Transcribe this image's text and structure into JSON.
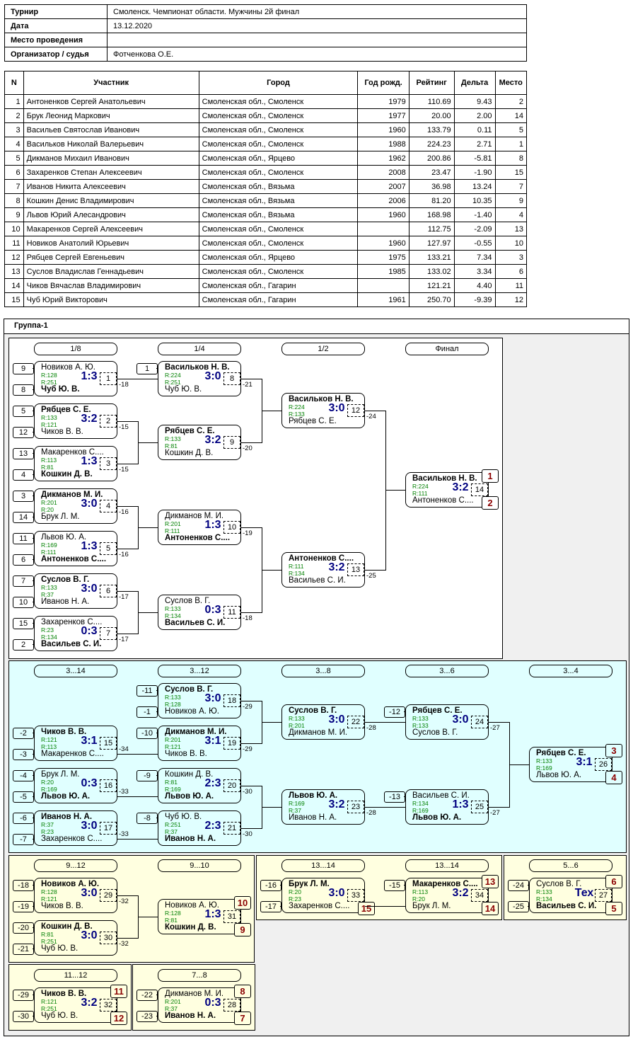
{
  "info": [
    {
      "label": "Турнир",
      "value": "Смоленск. Чемпионат области. Мужчины 2й финал"
    },
    {
      "label": "Дата",
      "value": "13.12.2020"
    },
    {
      "label": "Место проведения",
      "value": ""
    },
    {
      "label": "Организатор / судья",
      "value": "Фотченкова О.Е."
    }
  ],
  "players_table": {
    "headers": [
      "N",
      "Участник",
      "Город",
      "Год рожд.",
      "Рейтинг",
      "Дельта",
      "Место"
    ],
    "rows": [
      [
        "1",
        "Антоненков Сергей Анатольевич",
        "Смоленская обл., Смоленск",
        "1979",
        "110.69",
        "9.43",
        "2"
      ],
      [
        "2",
        "Брук Леонид Маркович",
        "Смоленская обл., Смоленск",
        "1977",
        "20.00",
        "2.00",
        "14"
      ],
      [
        "3",
        "Васильев Святослав  Иванович",
        "Смоленская обл., Смоленск",
        "1960",
        "133.79",
        "0.11",
        "5"
      ],
      [
        "4",
        "Васильков Николай Валерьевич",
        "Смоленская обл., Смоленск",
        "1988",
        "224.23",
        "2.71",
        "1"
      ],
      [
        "5",
        "Дикманов Михаил Иванович",
        "Смоленская обл., Ярцево",
        "1962",
        "200.86",
        "-5.81",
        "8"
      ],
      [
        "6",
        "Захаренков Степан Алексеевич",
        "Смоленская обл., Смоленск",
        "2008",
        "23.47",
        "-1.90",
        "15"
      ],
      [
        "7",
        "Иванов Никита Алексеевич",
        "Смоленская обл., Вязьма",
        "2007",
        "36.98",
        "13.24",
        "7"
      ],
      [
        "8",
        "Кошкин Денис Владимирович",
        "Смоленская обл., Вязьма",
        "2006",
        "81.20",
        "10.35",
        "9"
      ],
      [
        "9",
        "Львов Юрий Алесандрович",
        "Смоленская обл., Вязьма",
        "1960",
        "168.98",
        "-1.40",
        "4"
      ],
      [
        "10",
        "Макаренков Сергей Алексеевич",
        "Смоленская обл., Смоленск",
        "",
        "112.75",
        "-2.09",
        "13"
      ],
      [
        "11",
        "Новиков Анатолий Юрьевич",
        "Смоленская обл., Смоленск",
        "1960",
        "127.97",
        "-0.55",
        "10"
      ],
      [
        "12",
        "Рябцев Сергей Евгеньевич",
        "Смоленская обл., Ярцево",
        "1975",
        "133.21",
        "7.34",
        "3"
      ],
      [
        "13",
        "Суслов Владислав Геннадьевич",
        "Смоленская обл., Смоленск",
        "1985",
        "133.02",
        "3.34",
        "6"
      ],
      [
        "14",
        "Чиков Вячаслав Владимирович",
        "Смоленская обл., Гагарин",
        "",
        "121.21",
        "4.40",
        "11"
      ],
      [
        "15",
        "Чуб Юрий Викторович",
        "Смоленская обл., Гагарин",
        "1961",
        "250.70",
        "-9.39",
        "12"
      ]
    ]
  },
  "group": {
    "title": "Группа-1",
    "colors": {
      "main": "#ffffff",
      "consolation": "#e0ffff",
      "placement": "#ffffe0",
      "background": "#f0f0f0",
      "score": "#000080",
      "rating": "#008000",
      "place": "#8b0000"
    },
    "round_headers": [
      "1/8",
      "1/4",
      "1/2",
      "Финал",
      "3...14",
      "3...12",
      "3...8",
      "3...6",
      "3...4",
      "9...12",
      "9...10",
      "13...14",
      "13...14",
      "5...6",
      "11...12",
      "7...8"
    ],
    "matches": [
      {
        "no": "1",
        "p1": "Новиков А. Ю.",
        "p2": "Чуб Ю. В.",
        "r1": "R:128",
        "r2": "R:251",
        "score": "1:3",
        "winner": 2,
        "seed1": "9",
        "seed2": "8",
        "loser_to": "-18"
      },
      {
        "no": "2",
        "p1": "Рябцев С. Е.",
        "p2": "Чиков В. В.",
        "r1": "R:133",
        "r2": "R:121",
        "score": "3:2",
        "winner": 1,
        "seed1": "5",
        "seed2": "12",
        "loser_to": "-15"
      },
      {
        "no": "3",
        "p1": "Макаренков С....",
        "p2": "Кошкин Д. В.",
        "r1": "R:113",
        "r2": "R:81",
        "score": "1:3",
        "winner": 2,
        "seed1": "13",
        "seed2": "4",
        "loser_to": "-15"
      },
      {
        "no": "4",
        "p1": "Дикманов М. И.",
        "p2": "Брук Л. М.",
        "r1": "R:201",
        "r2": "R:20",
        "score": "3:0",
        "winner": 1,
        "seed1": "3",
        "seed2": "14",
        "loser_to": "-16"
      },
      {
        "no": "5",
        "p1": "Львов Ю. А.",
        "p2": "Антоненков С....",
        "r1": "R:169",
        "r2": "R:111",
        "score": "1:3",
        "winner": 2,
        "seed1": "11",
        "seed2": "6",
        "loser_to": "-16"
      },
      {
        "no": "6",
        "p1": "Суслов В. Г.",
        "p2": "Иванов Н. А.",
        "r1": "R:133",
        "r2": "R:37",
        "score": "3:0",
        "winner": 1,
        "seed1": "7",
        "seed2": "10",
        "loser_to": "-17"
      },
      {
        "no": "7",
        "p1": "Захаренков С....",
        "p2": "Васильев С. И.",
        "r1": "R:23",
        "r2": "R:134",
        "score": "0:3",
        "winner": 2,
        "seed1": "15",
        "seed2": "2",
        "loser_to": "-17"
      },
      {
        "no": "8",
        "p1": "Васильков Н. В.",
        "p2": "Чуб Ю. В.",
        "r1": "R:224",
        "r2": "R:251",
        "score": "3:0",
        "winner": 1,
        "seed1": "1",
        "loser_to": "-21"
      },
      {
        "no": "9",
        "p1": "Рябцев С. Е.",
        "p2": "Кошкин Д. В.",
        "r1": "R:133",
        "r2": "R:81",
        "score": "3:2",
        "winner": 1,
        "loser_to": "-20"
      },
      {
        "no": "10",
        "p1": "Дикманов М. И.",
        "p2": "Антоненков С....",
        "r1": "R:201",
        "r2": "R:111",
        "score": "1:3",
        "winner": 2,
        "loser_to": "-19"
      },
      {
        "no": "11",
        "p1": "Суслов В. Г.",
        "p2": "Васильев С. И.",
        "r1": "R:133",
        "r2": "R:134",
        "score": "0:3",
        "winner": 2,
        "loser_to": "-18"
      },
      {
        "no": "12",
        "p1": "Васильков Н. В.",
        "p2": "Рябцев С. Е.",
        "r1": "R:224",
        "r2": "R:133",
        "score": "3:0",
        "winner": 1,
        "loser_to": "-24"
      },
      {
        "no": "13",
        "p1": "Антоненков С....",
        "p2": "Васильев С. И.",
        "r1": "R:111",
        "r2": "R:134",
        "score": "3:2",
        "winner": 1,
        "loser_to": "-25"
      },
      {
        "no": "14",
        "p1": "Васильков Н. В.",
        "p2": "Антоненков С....",
        "r1": "R:224",
        "r2": "R:111",
        "score": "3:2",
        "winner": 1,
        "place1": "1",
        "place2": "2"
      },
      {
        "no": "15",
        "p1": "Чиков В. В.",
        "p2": "Макаренков С....",
        "r1": "R:121",
        "r2": "R:113",
        "score": "3:1",
        "winner": 1,
        "seed1": "-2",
        "seed2": "-3",
        "loser_to": "-34"
      },
      {
        "no": "16",
        "p1": "Брук Л. М.",
        "p2": "Львов Ю. А.",
        "r1": "R:20",
        "r2": "R:169",
        "score": "0:3",
        "winner": 2,
        "seed1": "-4",
        "seed2": "-5",
        "loser_to": "-33"
      },
      {
        "no": "17",
        "p1": "Иванов Н. А.",
        "p2": "Захаренков С....",
        "r1": "R:37",
        "r2": "R:23",
        "score": "3:0",
        "winner": 1,
        "seed1": "-6",
        "seed2": "-7",
        "loser_to": "-33"
      },
      {
        "no": "18",
        "p1": "Суслов В. Г.",
        "p2": "Новиков А. Ю.",
        "r1": "R:133",
        "r2": "R:128",
        "score": "3:0",
        "winner": 1,
        "seed1": "-11",
        "seed2": "-1",
        "loser_to": "-29"
      },
      {
        "no": "19",
        "p1": "Дикманов М. И.",
        "p2": "Чиков В. В.",
        "r1": "R:201",
        "r2": "R:121",
        "score": "3:1",
        "winner": 1,
        "seed1": "-10",
        "loser_to": "-29"
      },
      {
        "no": "20",
        "p1": "Кошкин Д. В.",
        "p2": "Львов Ю. А.",
        "r1": "R:81",
        "r2": "R:169",
        "score": "2:3",
        "winner": 2,
        "seed1": "-9",
        "loser_to": "-30"
      },
      {
        "no": "21",
        "p1": "Чуб Ю. В.",
        "p2": "Иванов Н. А.",
        "r1": "R:251",
        "r2": "R:37",
        "score": "2:3",
        "winner": 2,
        "seed1": "-8",
        "loser_to": "-30"
      },
      {
        "no": "22",
        "p1": "Суслов В. Г.",
        "p2": "Дикманов М. И.",
        "r1": "R:133",
        "r2": "R:201",
        "score": "3:0",
        "winner": 1,
        "loser_to": "-28"
      },
      {
        "no": "23",
        "p1": "Львов Ю. А.",
        "p2": "Иванов Н. А.",
        "r1": "R:169",
        "r2": "R:37",
        "score": "3:2",
        "winner": 1,
        "loser_to": "-28"
      },
      {
        "no": "24",
        "p1": "Рябцев С. Е.",
        "p2": "Суслов В. Г.",
        "r1": "R:133",
        "r2": "R:133",
        "score": "3:0",
        "winner": 1,
        "seed1": "-12",
        "loser_to": "-27"
      },
      {
        "no": "25",
        "p1": "Васильев С. И.",
        "p2": "Львов Ю. А.",
        "r1": "R:134",
        "r2": "R:169",
        "score": "1:3",
        "winner": 2,
        "seed1": "-13",
        "loser_to": "-27"
      },
      {
        "no": "26",
        "p1": "Рябцев С. Е.",
        "p2": "Львов Ю. А.",
        "r1": "R:133",
        "r2": "R:169",
        "score": "3:1",
        "winner": 1,
        "place1": "3",
        "place2": "4"
      },
      {
        "no": "29",
        "p1": "Новиков А. Ю.",
        "p2": "Чиков В. В.",
        "r1": "R:128",
        "r2": "R:121",
        "score": "3:0",
        "winner": 1,
        "seed1": "-18",
        "seed2": "-19",
        "loser_to": "-32"
      },
      {
        "no": "30",
        "p1": "Кошкин Д. В.",
        "p2": "Чуб Ю. В.",
        "r1": "R:81",
        "r2": "R:251",
        "score": "3:0",
        "winner": 1,
        "seed1": "-20",
        "seed2": "-21",
        "loser_to": "-32"
      },
      {
        "no": "31",
        "p1": "Новиков А. Ю.",
        "p2": "Кошкин Д. В.",
        "r1": "R:128",
        "r2": "R:81",
        "score": "1:3",
        "winner": 2,
        "place1": "10",
        "place2": "9"
      },
      {
        "no": "33",
        "p1": "Брук Л. М.",
        "p2": "Захаренков С....",
        "r1": "R:20",
        "r2": "R:23",
        "score": "3:0",
        "winner": 1,
        "seed1": "-16",
        "seed2": "-17",
        "place2": "15"
      },
      {
        "no": "34",
        "p1": "Макаренков С....",
        "p2": "Брук Л. М.",
        "r1": "R:113",
        "r2": "R:20",
        "score": "3:2",
        "winner": 1,
        "seed1": "-15",
        "place1": "13",
        "place2": "14"
      },
      {
        "no": "27",
        "p1": "Суслов В. Г.",
        "p2": "Васильев С. И.",
        "r1": "R:133",
        "r2": "R:134",
        "score": "Тех",
        "winner": 2,
        "seed1": "-24",
        "seed2": "-25",
        "place1": "6",
        "place2": "5"
      },
      {
        "no": "32",
        "p1": "Чиков В. В.",
        "p2": "Чуб Ю. В.",
        "r1": "R:121",
        "r2": "R:251",
        "score": "3:2",
        "winner": 1,
        "seed1": "-29",
        "seed2": "-30",
        "place1": "11",
        "place2": "12"
      },
      {
        "no": "28",
        "p1": "Дикманов М. И.",
        "p2": "Иванов Н. А.",
        "r1": "R:201",
        "r2": "R:37",
        "score": "0:3",
        "winner": 2,
        "seed1": "-22",
        "seed2": "-23",
        "place1": "8",
        "place2": "7"
      }
    ]
  }
}
